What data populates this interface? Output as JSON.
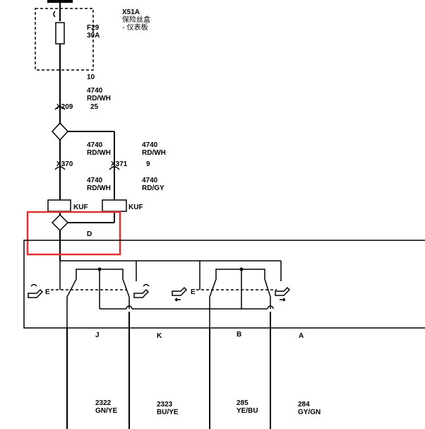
{
  "fuse_box": {
    "code": "X51A",
    "name_line1": "保险丝盒",
    "name_line2": "- 仪表板",
    "fuse_label": "F29",
    "fuse_rating": "30A",
    "pin": "10"
  },
  "wire_top": {
    "circuit": "4740",
    "color": "RD/WH"
  },
  "connector_x209": {
    "name": "X209",
    "pin": "25"
  },
  "wire_mid_left": {
    "circuit": "4740",
    "color": "RD/WH"
  },
  "wire_mid_right": {
    "circuit": "4740",
    "color": "RD/WH"
  },
  "connector_x370": {
    "name": "X370"
  },
  "connector_x371": {
    "name": "X371",
    "pin": "9"
  },
  "wire_low_left": {
    "circuit": "4740",
    "color": "RD/WH"
  },
  "wire_low_right": {
    "circuit": "4740",
    "color": "RD/GY"
  },
  "kuf_left": "KUF",
  "kuf_right": "KUF",
  "splice_label": "D",
  "highlight_color": "#e03030",
  "pins": [
    "J",
    "K",
    "B",
    "A"
  ],
  "bottom_wires": [
    {
      "circuit": "2322",
      "color": "GN/YE"
    },
    {
      "circuit": "2323",
      "color": "BU/YE"
    },
    {
      "circuit": "285",
      "color": "YE/BU"
    },
    {
      "circuit": "284",
      "color": "GY/GN"
    }
  ]
}
